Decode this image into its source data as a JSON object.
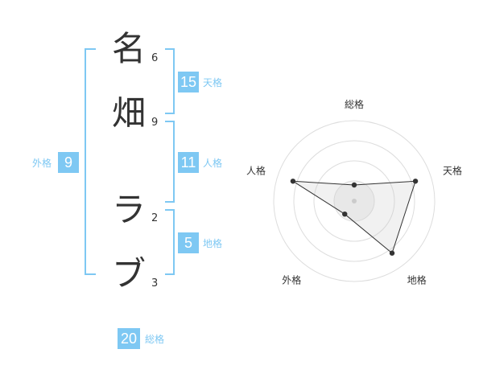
{
  "name": {
    "characters": [
      {
        "char": "名",
        "strokes": "6"
      },
      {
        "char": "畑",
        "strokes": "9"
      },
      {
        "char": "ラ",
        "strokes": "2"
      },
      {
        "char": "ブ",
        "strokes": "3"
      }
    ]
  },
  "fortunes": {
    "tenkaku": {
      "value": "15",
      "label": "天格"
    },
    "jinkaku": {
      "value": "11",
      "label": "人格"
    },
    "chikaku": {
      "value": "5",
      "label": "地格"
    },
    "gaikaku": {
      "value": "9",
      "label": "外格"
    },
    "soukaku": {
      "value": "20",
      "label": "総格"
    }
  },
  "colors": {
    "accent": "#7ec8f3",
    "text": "#333333",
    "grid": "#dddddd"
  },
  "chart_data": {
    "type": "radar",
    "axes": [
      "総格",
      "天格",
      "地格",
      "外格",
      "人格"
    ],
    "values": [
      1,
      4,
      4,
      1,
      4
    ],
    "rmax": 5,
    "rings": 4
  }
}
